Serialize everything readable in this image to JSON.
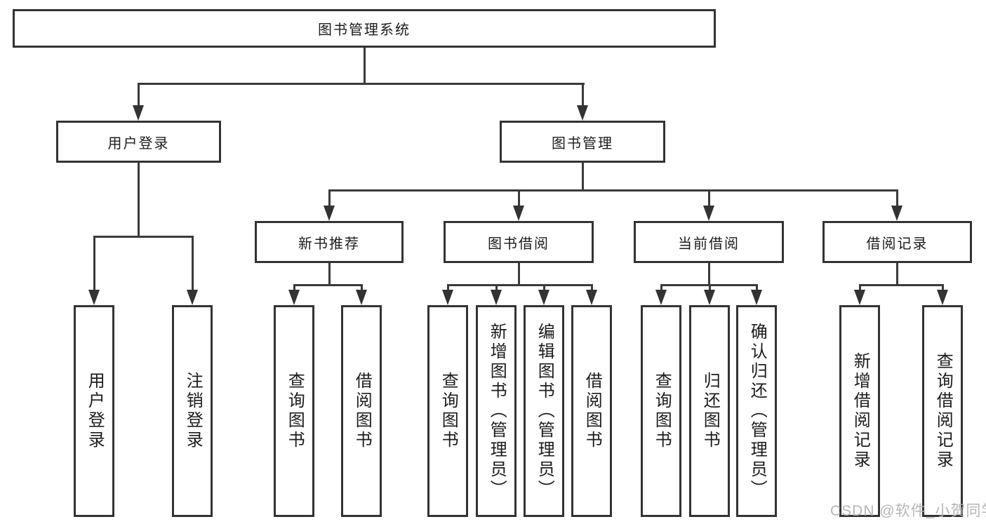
{
  "page": {
    "watermark": "CSDN @软件_小贺同学",
    "colors": {
      "background": "#ffffff",
      "box_border": "#333333",
      "connector_line": "#3a3a3a",
      "text": "#1c1c1c",
      "watermark_text": "#b2b2b2"
    }
  },
  "tree": {
    "root": {
      "label": "图书管理系统"
    },
    "branches": [
      {
        "label": "用户登录",
        "children": [
          {
            "label": "用户登录"
          },
          {
            "label": "注销登录"
          }
        ]
      },
      {
        "label": "图书管理",
        "children": [
          {
            "label": "新书推荐",
            "children": [
              {
                "label": "查询图书"
              },
              {
                "label": "借阅图书"
              }
            ]
          },
          {
            "label": "图书借阅",
            "children": [
              {
                "label": "查询图书"
              },
              {
                "label": "新增图书（管理员）"
              },
              {
                "label": "编辑图书（管理员）"
              },
              {
                "label": "借阅图书"
              }
            ]
          },
          {
            "label": "当前借阅",
            "children": [
              {
                "label": "查询图书"
              },
              {
                "label": "归还图书"
              },
              {
                "label": "确认归还（管理员）"
              }
            ]
          },
          {
            "label": "借阅记录",
            "children": [
              {
                "label": "新增借阅记录"
              },
              {
                "label": "查询借阅记录"
              }
            ]
          }
        ]
      }
    ]
  }
}
